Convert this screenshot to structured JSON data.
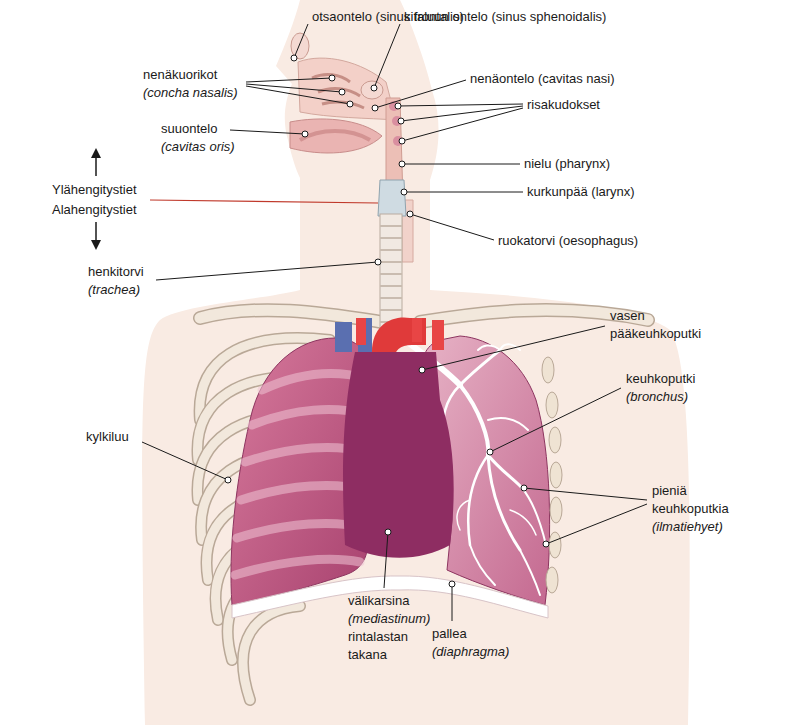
{
  "diagram": {
    "labels": [
      "otsaontelo (sinus frontalis)",
      "kitaluun ontelo (sinus sphenoidalis)",
      "nenäkuorikot",
      "(concha nasalis)",
      "nenäontelo (cavitas nasi)",
      "risakudokset",
      "suuontelo",
      "(cavitas oris)",
      "nielu (pharynx)",
      "kurkunpää (larynx)",
      "Ylähengitystiet",
      "Alahengitystiet",
      "ruokatorvi (oesophagus)",
      "henkitorvi",
      "(trachea)",
      "vasen pääkeuhkoputki",
      "keuhkoputki",
      "(bronchus)",
      "kylkiluu",
      "pieniä keuhkoputkia",
      "(ilmatiehyet)",
      "välikarsina",
      "(mediastinum)",
      "rintalastan takana",
      "pallea",
      "(diaphragma)"
    ]
  }
}
